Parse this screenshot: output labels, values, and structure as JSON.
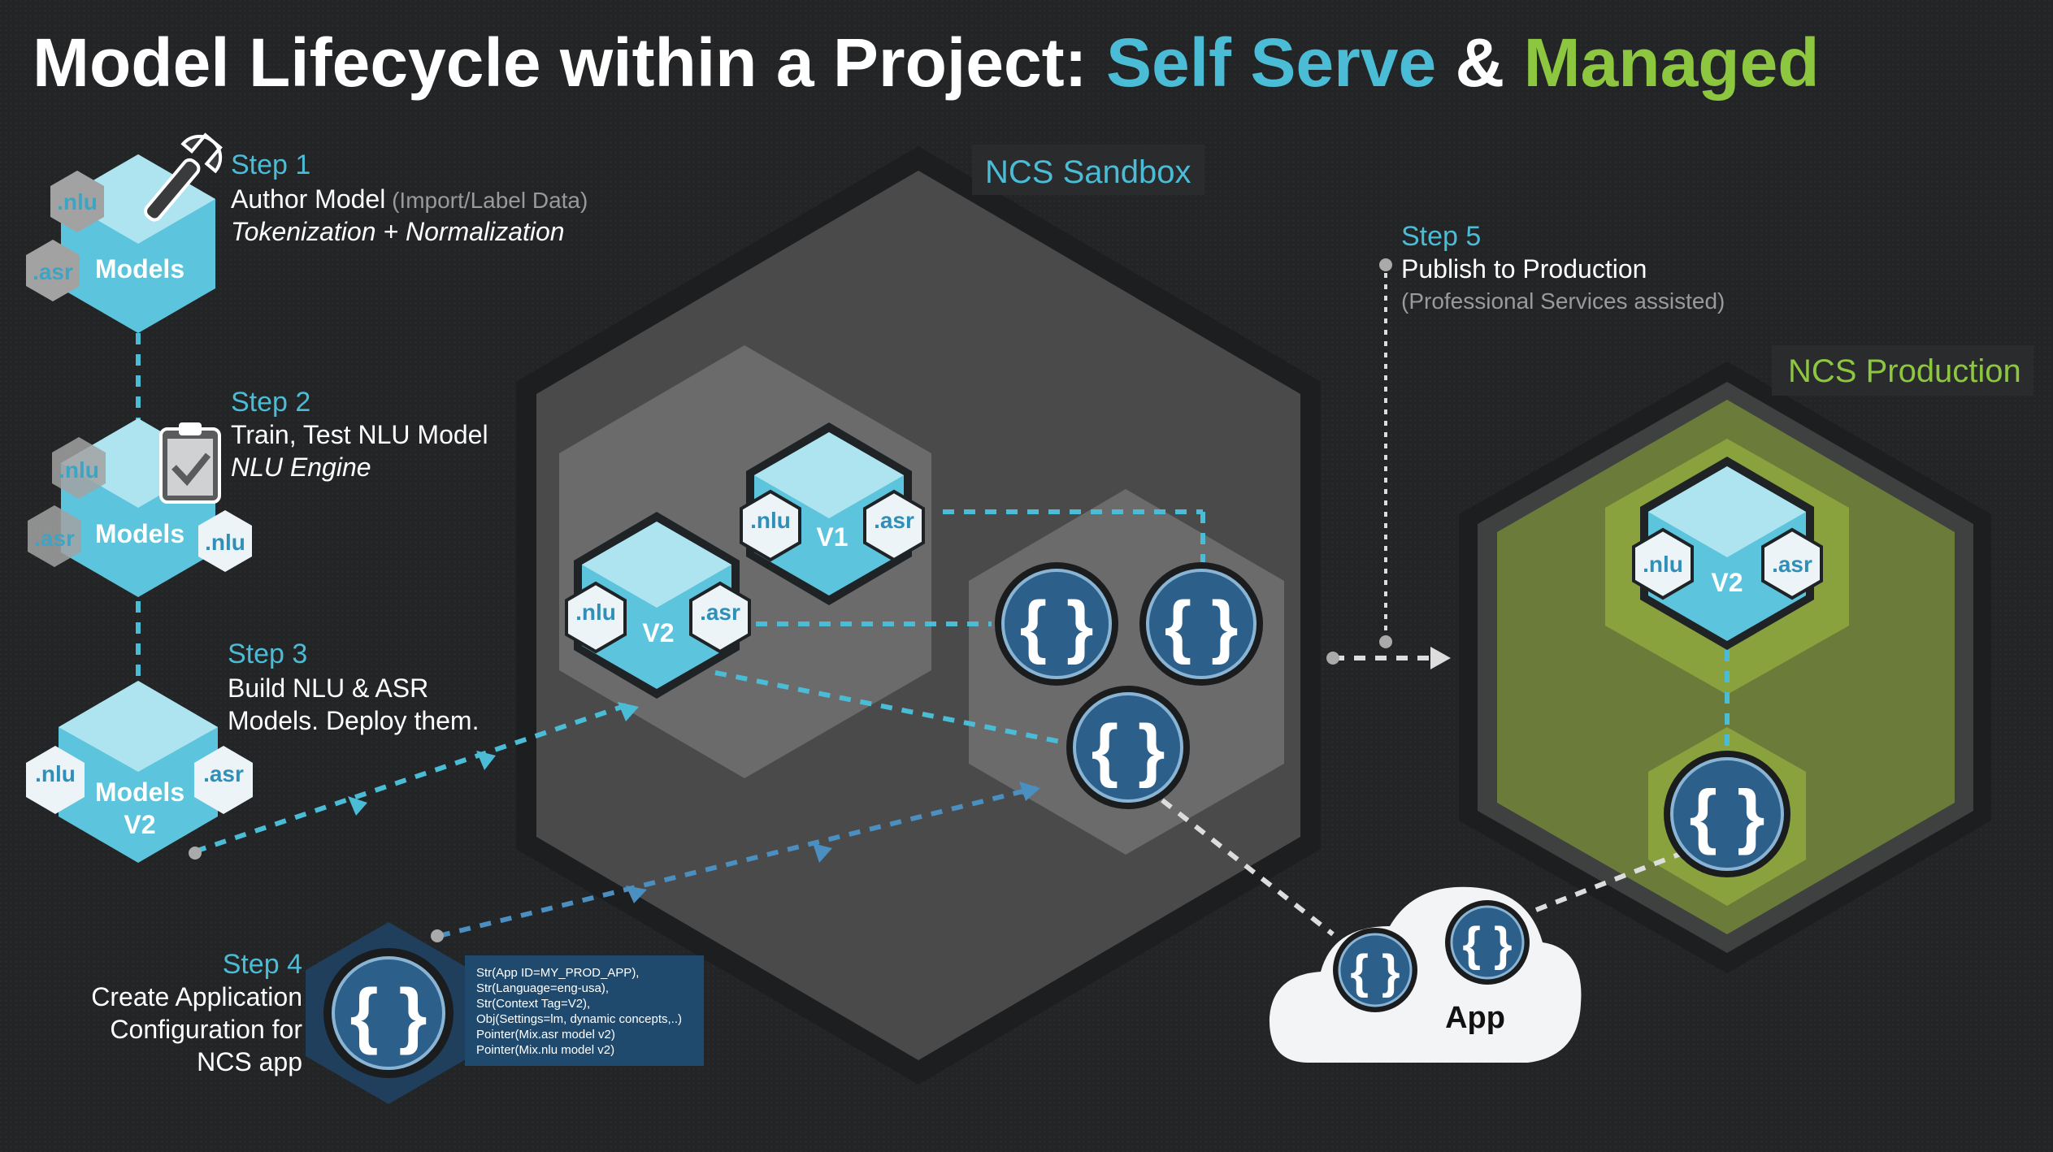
{
  "colors": {
    "background": "#222426",
    "self_serve": "#4bbcd6",
    "managed": "#8dc63f",
    "cube_top": "#aee4ef",
    "cube_side": "#5cc4dc",
    "config_blue": "#2c5f8a",
    "production_green": "#7e9a3c"
  },
  "title": {
    "prefix": "Model Lifecycle within a Project: ",
    "self_serve": "Self Serve",
    "amp": " & ",
    "managed": "Managed"
  },
  "step1": {
    "heading": "Step 1",
    "line1": "Author Model",
    "line1_note": " (Import/Label Data)",
    "line2": "Tokenization + Normalization",
    "cube_label": "Models",
    "badge_nlu": ".nlu",
    "badge_asr": ".asr",
    "icon": "wrench-icon"
  },
  "step2": {
    "heading": "Step 2",
    "line1": "Train, Test NLU Model",
    "line2": "NLU Engine",
    "cube_label": "Models",
    "badge_nlu": ".nlu",
    "badge_asr": ".asr",
    "badge_nlu2": ".nlu",
    "icon": "clipboard-check-icon"
  },
  "step3": {
    "heading": "Step 3",
    "line1": "Build NLU & ASR",
    "line2": "Models. Deploy them.",
    "cube_label1": "Models",
    "cube_label2": "V2",
    "badge_nlu": ".nlu",
    "badge_asr": ".asr"
  },
  "step4": {
    "heading": "Step 4",
    "line1": "Create Application",
    "line2": "Configuration for",
    "line3": "NCS app",
    "config_lines": [
      "Str(App ID=MY_PROD_APP),",
      "Str(Language=eng-usa),",
      "Str(Context Tag=V2),",
      "Obj(Settings=lm, dynamic concepts,..)",
      "Pointer(Mix.asr model v2)",
      "Pointer(Mix.nlu model v2)"
    ],
    "icon": "curly-braces-icon"
  },
  "step5": {
    "heading": "Step 5",
    "line1": "Publish to Production",
    "line2": "(Professional Services assisted)"
  },
  "sandbox": {
    "label": "NCS Sandbox",
    "v1": {
      "label": "V1",
      "badge_nlu": ".nlu",
      "badge_asr": ".asr"
    },
    "v2": {
      "label": "V2",
      "badge_nlu": ".nlu",
      "badge_asr": ".asr"
    }
  },
  "production": {
    "label": "NCS Production",
    "v2": {
      "label": "V2",
      "badge_nlu": ".nlu",
      "badge_asr": ".asr"
    }
  },
  "app": {
    "label": "App"
  },
  "braces_glyph": "{ }"
}
